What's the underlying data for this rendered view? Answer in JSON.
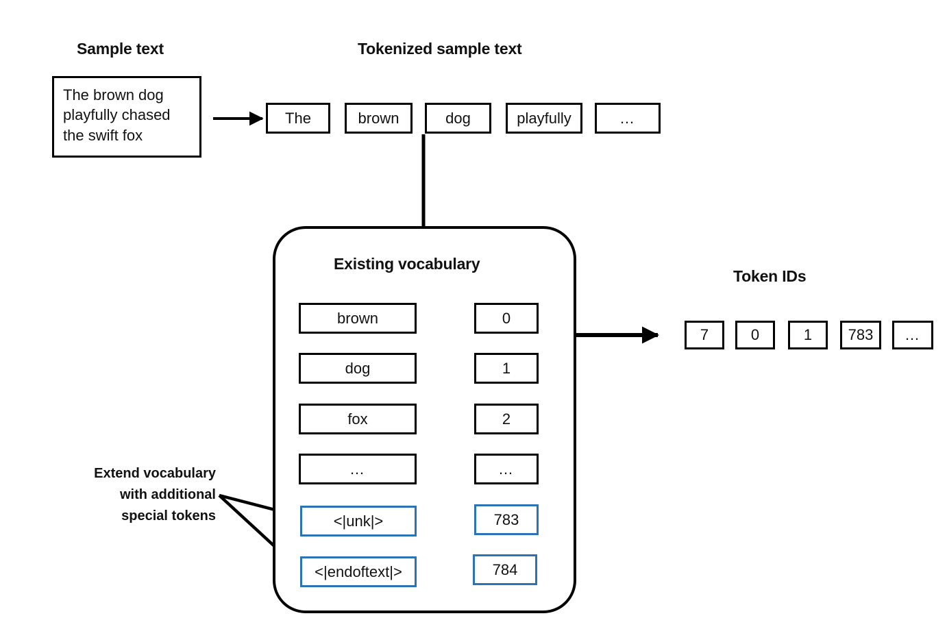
{
  "diagram": {
    "title": "Tokenizer vocabulary extension with special tokens",
    "colors": {
      "stroke": "#000000",
      "accent_blue": "#2a74b5",
      "background": "#ffffff"
    }
  },
  "sample": {
    "heading": "Sample text",
    "text": "The brown dog playfully chased the swift fox"
  },
  "tokenized": {
    "heading": "Tokenized sample text",
    "tokens": [
      "The",
      "brown",
      "dog",
      "playfully",
      "…"
    ]
  },
  "vocabulary": {
    "heading": "Existing vocabulary",
    "rows": [
      {
        "token": "brown",
        "id": "0",
        "special": false
      },
      {
        "token": "dog",
        "id": "1",
        "special": false
      },
      {
        "token": "fox",
        "id": "2",
        "special": false
      },
      {
        "token": "…",
        "id": "…",
        "special": false
      },
      {
        "token": "<|unk|>",
        "id": "783",
        "special": true
      },
      {
        "token": "<|endoftext|>",
        "id": "784",
        "special": true
      }
    ]
  },
  "callout": {
    "line1": "Extend vocabulary",
    "line2": "with additional",
    "line3": "special tokens"
  },
  "token_ids": {
    "heading": "Token IDs",
    "values": [
      "7",
      "0",
      "1",
      "783",
      "…"
    ]
  }
}
